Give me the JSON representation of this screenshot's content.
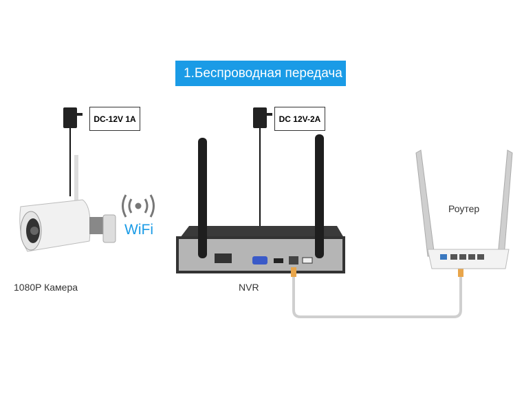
{
  "banner": "1.Беспроводная передача",
  "camera": {
    "power": "DC-12V 1A",
    "label": "1080P Камера",
    "wifi": "WiFi"
  },
  "nvr": {
    "power": "DC 12V-2A",
    "label": "NVR"
  },
  "router": {
    "label": "Роутер"
  },
  "colors": {
    "accent": "#1a9be6"
  }
}
